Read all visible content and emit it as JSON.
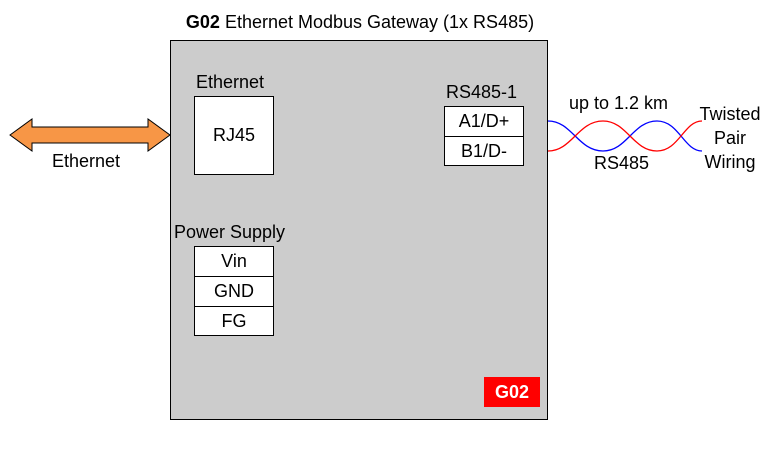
{
  "title": {
    "model": "G02",
    "text": "Ethernet Modbus Gateway (1x RS485)"
  },
  "ethernet_port": {
    "header": "Ethernet",
    "connector": "RJ45",
    "link_label": "Ethernet",
    "arrow_color": "#f79646"
  },
  "rs485_port": {
    "header": "RS485-1",
    "pins": [
      "A1/D+",
      "B1/D-"
    ]
  },
  "power_supply": {
    "header": "Power Supply",
    "pins": [
      "Vin",
      "GND",
      "FG"
    ]
  },
  "cable": {
    "distance": "up to 1.2 km",
    "type": "RS485",
    "description_lines": [
      "Twisted",
      "Pair",
      "Wiring"
    ],
    "wire_colors": [
      "#0000ff",
      "#ff0000"
    ]
  },
  "badge": {
    "text": "G02",
    "color": "#ff0000"
  },
  "gateway_body_color": "#cccccc"
}
